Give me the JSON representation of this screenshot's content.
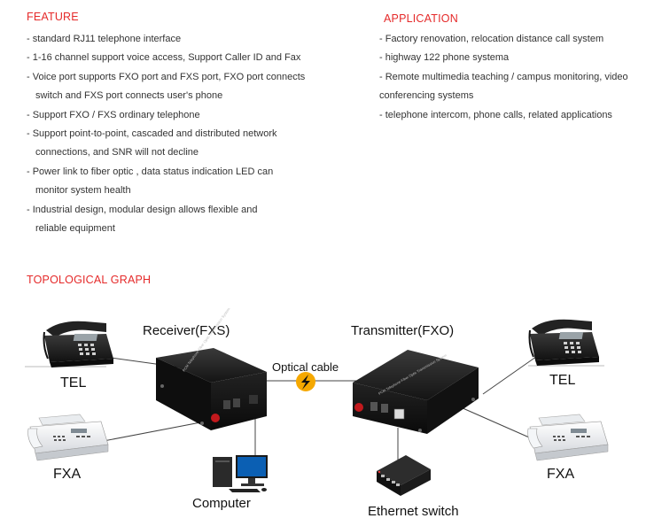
{
  "feature": {
    "title": "FEATURE",
    "lines": [
      "- standard RJ11 telephone interface",
      "- 1-16 channel support voice access, Support Caller ID and Fax",
      "- Voice port supports FXO port and FXS port, FXO port connects",
      "switch and FXS port connects user's phone",
      "- Support FXO / FXS ordinary telephone",
      "- Support point-to-point, cascaded and distributed network",
      "connections, and SNR will not decline",
      "- Power link to fiber optic , data status indication LED can",
      "monitor system health",
      "- Industrial design, modular design allows flexible and",
      "reliable equipment"
    ]
  },
  "application": {
    "title": "APPLICATION",
    "lines": [
      "- Factory renovation, relocation distance call system",
      "- highway 122 phone systema",
      "- Remote multimedia teaching / campus monitoring, video",
      "conferencing systems",
      "- telephone intercom, phone calls, related applications"
    ]
  },
  "topology": {
    "title": "TOPOLOGICAL GRAPH",
    "receiver_label": "Receiver(FXS)",
    "transmitter_label": "Transmitter(FXO)",
    "optical_label": "Optical cable",
    "tel_left": "TEL",
    "fxa_left": "FXA",
    "tel_right": "TEL",
    "fxa_right": "FXA",
    "computer_label": "Computer",
    "switch_label": "Ethernet switch",
    "device_text": "PCM Telephone Fiber Optic Transmission System"
  },
  "colors": {
    "heading": "#e52a2a",
    "device_body": "#1a1a1a",
    "optical_icon": "#f5a800"
  }
}
